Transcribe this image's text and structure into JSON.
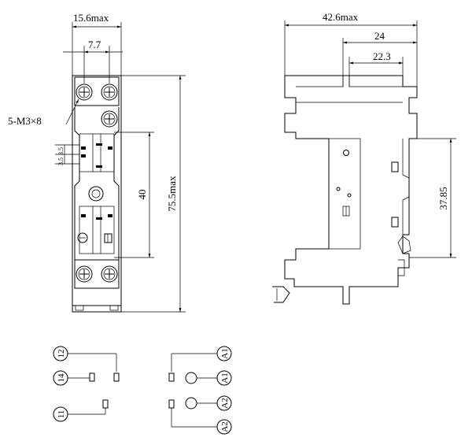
{
  "front_view": {
    "width_label": "15.6max",
    "pitch_label": "7.7",
    "screw_label": "5-M3×8",
    "small_a": "3.5",
    "small_b": "3.5",
    "height_40": "40",
    "height_max": "75.5max"
  },
  "side_view": {
    "width_max": "42.6max",
    "width_24": "24",
    "width_22": "22.3",
    "height_label": "37.85"
  },
  "terminals": {
    "t12": "12",
    "t14": "14",
    "t11": "11",
    "a1_top": "A1",
    "a1_mid": "A1",
    "a2_mid": "A2",
    "a2_bottom": "A2"
  }
}
